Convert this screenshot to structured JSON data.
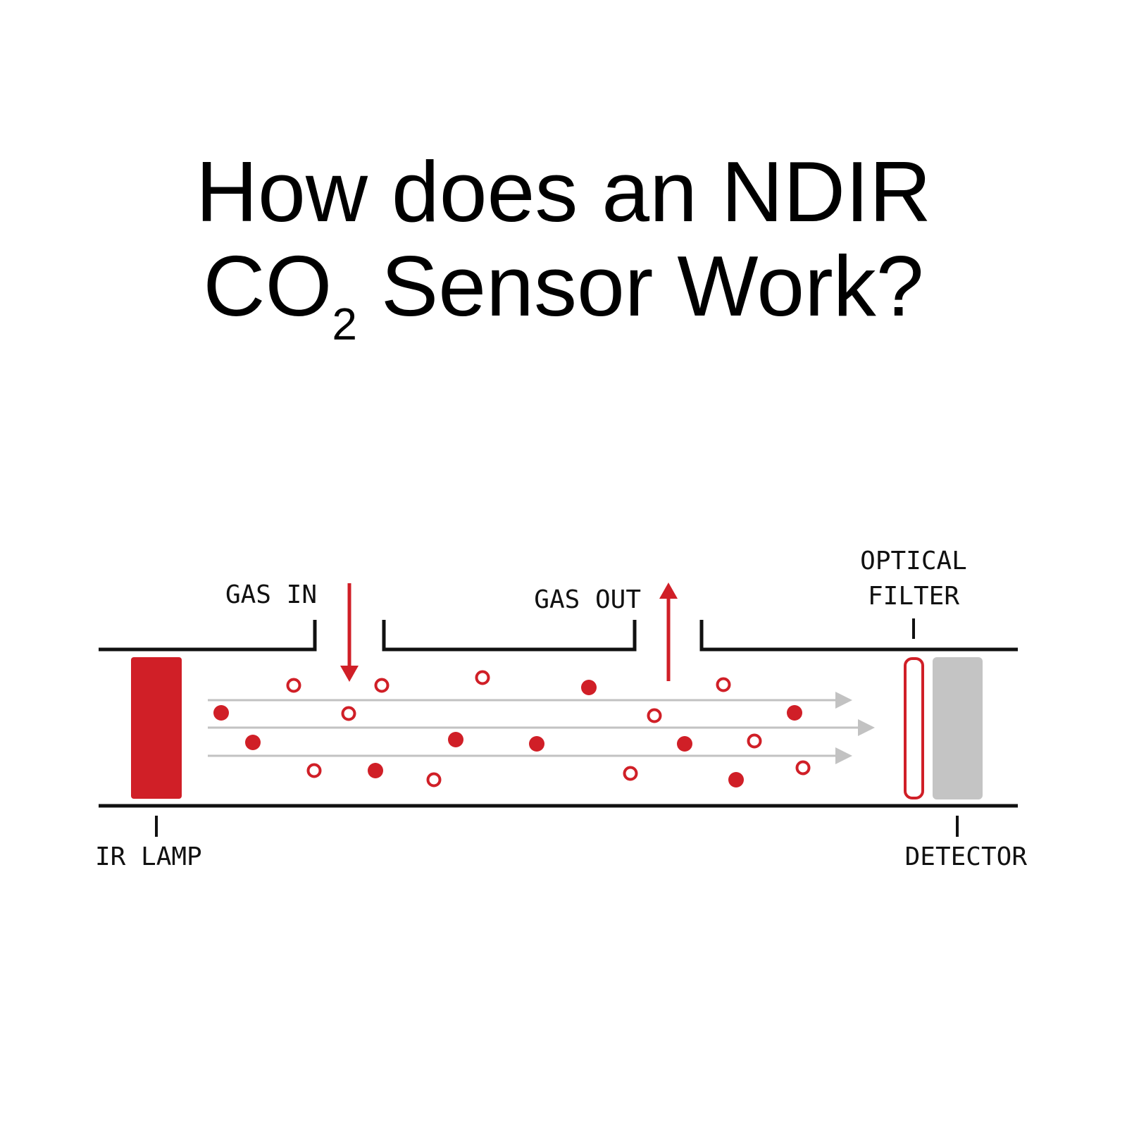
{
  "title": {
    "line1": "How does an NDIR",
    "line2_prefix": "CO",
    "line2_sub": "2",
    "line2_suffix": " Sensor Work?"
  },
  "labels": {
    "gas_in": "GAS IN",
    "gas_out": "GAS OUT",
    "optical_filter_1": "OPTICAL",
    "optical_filter_2": "FILTER",
    "ir_lamp": "IR LAMP",
    "detector": "DETECTOR"
  },
  "colors": {
    "accent_red": "#d01f27",
    "outline": "#111111",
    "beam_gray": "#c2c2c2",
    "detector_gray": "#c4c4c4",
    "background": "#ffffff"
  }
}
